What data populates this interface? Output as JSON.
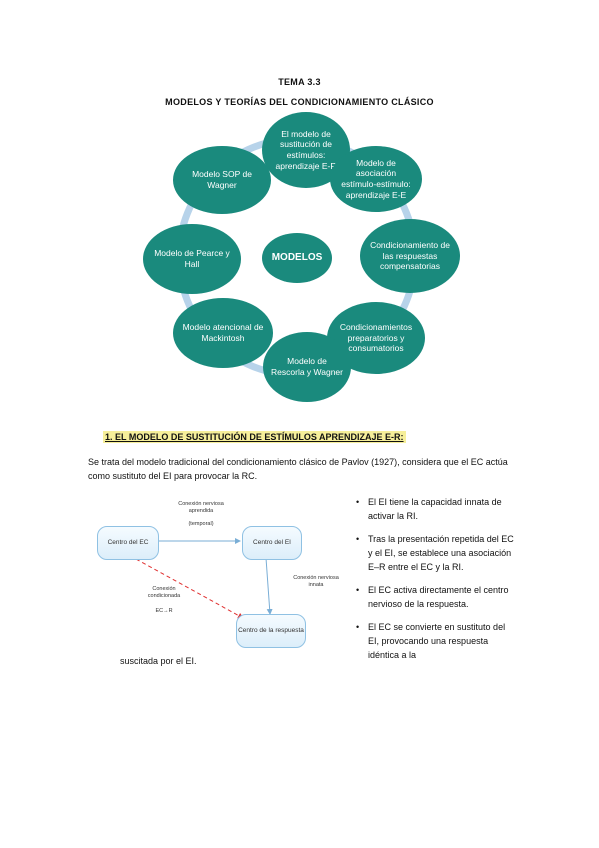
{
  "doc": {
    "tema": "TEMA 3.3",
    "subtitle": "MODELOS Y TEORÍAS DEL CONDICIONAMIENTO CLÁSICO"
  },
  "cycle": {
    "center": "MODELOS",
    "nodes": [
      "El modelo de sustitución de estímulos: aprendizaje E-R",
      "Modelo de asociación estímulo-estímulo: aprendizaje E-E",
      "Condicionamiento de las respuestas compensatorias",
      "Condicionamientos preparatorios y consumatorios",
      "Modelo de Rescorla y Wagner",
      "Modelo atencional de Mackintosh",
      "Modelo de Pearce y Hall",
      "Modelo SOP de Wagner"
    ]
  },
  "section1": {
    "heading": "1.   EL MODELO DE SUSTITUCIÓN DE ESTÍMULOS APRENDIZAJE E-R:",
    "paragraph": "Se trata del modelo tradicional del condicionamiento clásico de Pavlov (1927), considera que el EC actúa como sustituto del EI para provocar la RC."
  },
  "diagram": {
    "box_ec": "Centro del EC",
    "box_ei": "Centro del EI",
    "box_resp": "Centro de la respuesta",
    "label_top": "Conexión nerviosa aprendida",
    "label_top_sub": "(temporal)",
    "label_right": "Conexión nerviosa innata",
    "label_left": "Conexión condicionada",
    "label_left_sub": "EC→R",
    "arrow_color": "#e03030",
    "line_color": "#7aaed6"
  },
  "bullets": [
    "El EI tiene la capacidad innata de activar la RI.",
    "Tras la presentación repetida del EC y el EI, se establece una asociación E–R entre el EC y la RI.",
    "El EC activa directamente el centro nervioso de la respuesta.",
    "El EC se convierte en sustituto del EI, provocando una respuesta idéntica a la"
  ],
  "tail": "suscitada por el EI."
}
